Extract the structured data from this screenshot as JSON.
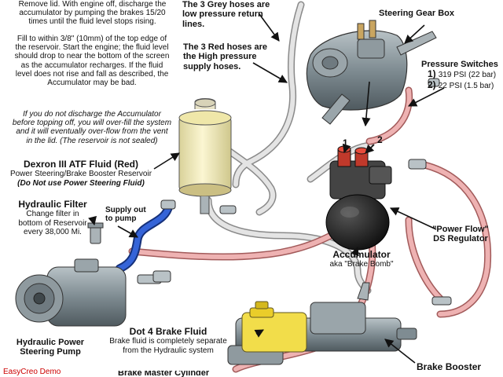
{
  "notes": {
    "line1": "Remove lid. With engine off, discharge the",
    "line2": "accumulator by pumping the brakes 15/20",
    "line3": "times until the fluid level stops rising.",
    "fill1": "Fill to within 3/8\" (10mm) of the top edge of",
    "fill2": "the reservoir. Start the engine; the fluid level",
    "fill3": "should drop to near the bottom of the screen",
    "fill4": "as the accumulator recharges. If the fluid",
    "fill5": "level does not rise and fall as described, the",
    "fill6": "Accumulator may be bad.",
    "warn1": "If you do not discharge the Accumulator",
    "warn2": "before topping off, you will over-fill the system",
    "warn3": "and it will eventually over-flow from the vent",
    "warn4": "in the lid. (The reservoir is not sealed)"
  },
  "hoses": {
    "grey1": "The 3 Grey hoses are",
    "grey2": "low pressure return",
    "grey3": "lines.",
    "red1": "The 3 Red hoses are",
    "red2": "the High pressure",
    "red3": "supply hoses."
  },
  "steering_gear_box": "Steering Gear Box",
  "pressure_switches": {
    "title": "Pressure Switches",
    "num1": "1)",
    "val1": "319 PSI (22 bar)",
    "num2": "2)",
    "val2": "22 PSI (1.5 bar)",
    "marker1": "1",
    "marker2": "2"
  },
  "dexron": {
    "title": "Dexron III ATF Fluid (Red)",
    "line1": "Power Steering/Brake Booster Reservoir",
    "line2": "(Do Not use Power Steering Fluid)"
  },
  "hydraulic_filter": {
    "title": "Hydraulic Filter",
    "line1": "Change filter in",
    "line2": "bottom of Reservoir",
    "line3": "every 38,000 Mi."
  },
  "supply_out": {
    "line1": "Supply out",
    "line2": "to pump"
  },
  "power_flow": {
    "line1": "\"Power Flow\"",
    "line2": "DS Regulator"
  },
  "accumulator": {
    "title": "Accumulator",
    "aka": "aka \"Brake Bomb\""
  },
  "dot4": {
    "title": "Dot 4 Brake Fluid",
    "line1": "Brake fluid is completely separate",
    "line2": "from the Hydraulic system"
  },
  "pump": {
    "line1": "Hydraulic Power",
    "line2": "Steering Pump"
  },
  "brake_booster": "Brake Booster",
  "brake_master_cylinder": "Brake Master Cylinder",
  "watermark": "EasyCreo Demo",
  "colors": {
    "red_hose": "#e8a0a0",
    "grey_hose": "#dedede",
    "blue_hose": "#2f58c9",
    "reservoir": "#f3ecb4",
    "brake_fluid": "#f2dd4a",
    "metal": "#7f8c92",
    "accumulator": "#1c1c1c",
    "red_text": "#cc0000"
  }
}
